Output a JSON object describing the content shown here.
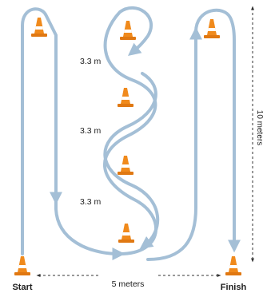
{
  "labels": {
    "start": "Start",
    "finish": "Finish",
    "width": "5 meters",
    "height": "10 meters",
    "gap_1": "3.3 m",
    "gap_2": "3.3 m",
    "gap_3": "3.3 m"
  },
  "colors": {
    "cone_orange": "#f08a1c",
    "cone_stripe": "#ffffff",
    "cone_base": "#e07812",
    "path_blue": "#a4bfd6",
    "text": "#1e1e1e",
    "dimension_line": "#333333"
  },
  "icons": {
    "cone": "traffic-cone-icon",
    "arrow": "arrow-head-icon"
  }
}
